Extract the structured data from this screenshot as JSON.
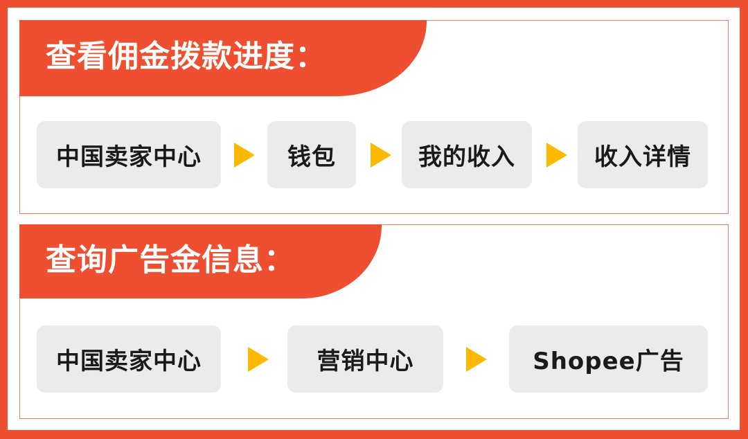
{
  "colors": {
    "accent": "#EE4F30",
    "panel_border": "#F08064",
    "step_bg": "#EBEBEB",
    "arrow": "#FFB800",
    "text": "#1A1A1A"
  },
  "sections": [
    {
      "title": "查看佣金拨款进度：",
      "steps": [
        "中国卖家中心",
        "钱包",
        "我的收入",
        "收入详情"
      ]
    },
    {
      "title": "查询广告金信息：",
      "steps": [
        "中国卖家中心",
        "营销中心",
        "Shopee广告"
      ]
    }
  ],
  "icons": {
    "step_separator": "triangle-right-icon"
  }
}
